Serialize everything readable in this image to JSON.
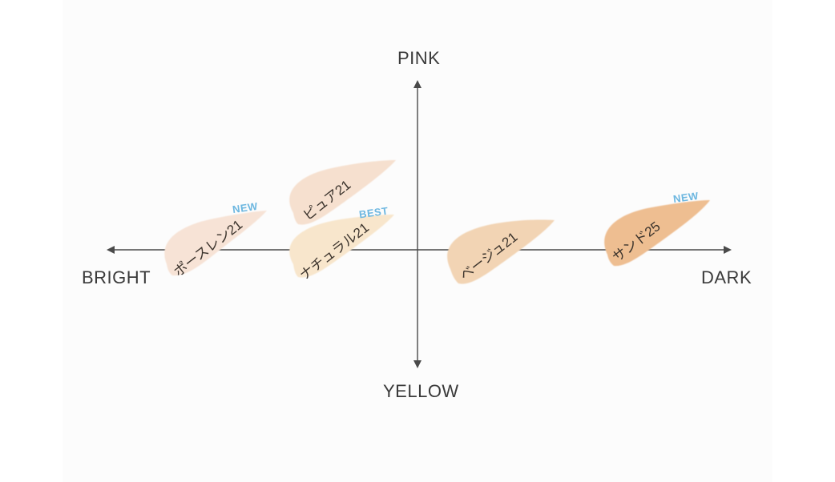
{
  "axes": {
    "top": "PINK",
    "bottom": "YELLOW",
    "left": "BRIGHT",
    "right": "DARK"
  },
  "shades": [
    {
      "id": "porcelain",
      "name": "ポースレン21",
      "badge": "NEW",
      "color": "#f7e3d6"
    },
    {
      "id": "pure",
      "name": "ピュア21",
      "badge": "",
      "color": "#f6e0cf"
    },
    {
      "id": "natural",
      "name": "ナチュラル21",
      "badge": "BEST",
      "color": "#f8e6cc"
    },
    {
      "id": "beige",
      "name": "ベージュ21",
      "badge": "",
      "color": "#f2d4b4"
    },
    {
      "id": "sand",
      "name": "サンド25",
      "badge": "NEW",
      "color": "#eebe91"
    }
  ],
  "colors": {
    "axis": "#4a4a4a",
    "badge": "#6db7e0"
  }
}
